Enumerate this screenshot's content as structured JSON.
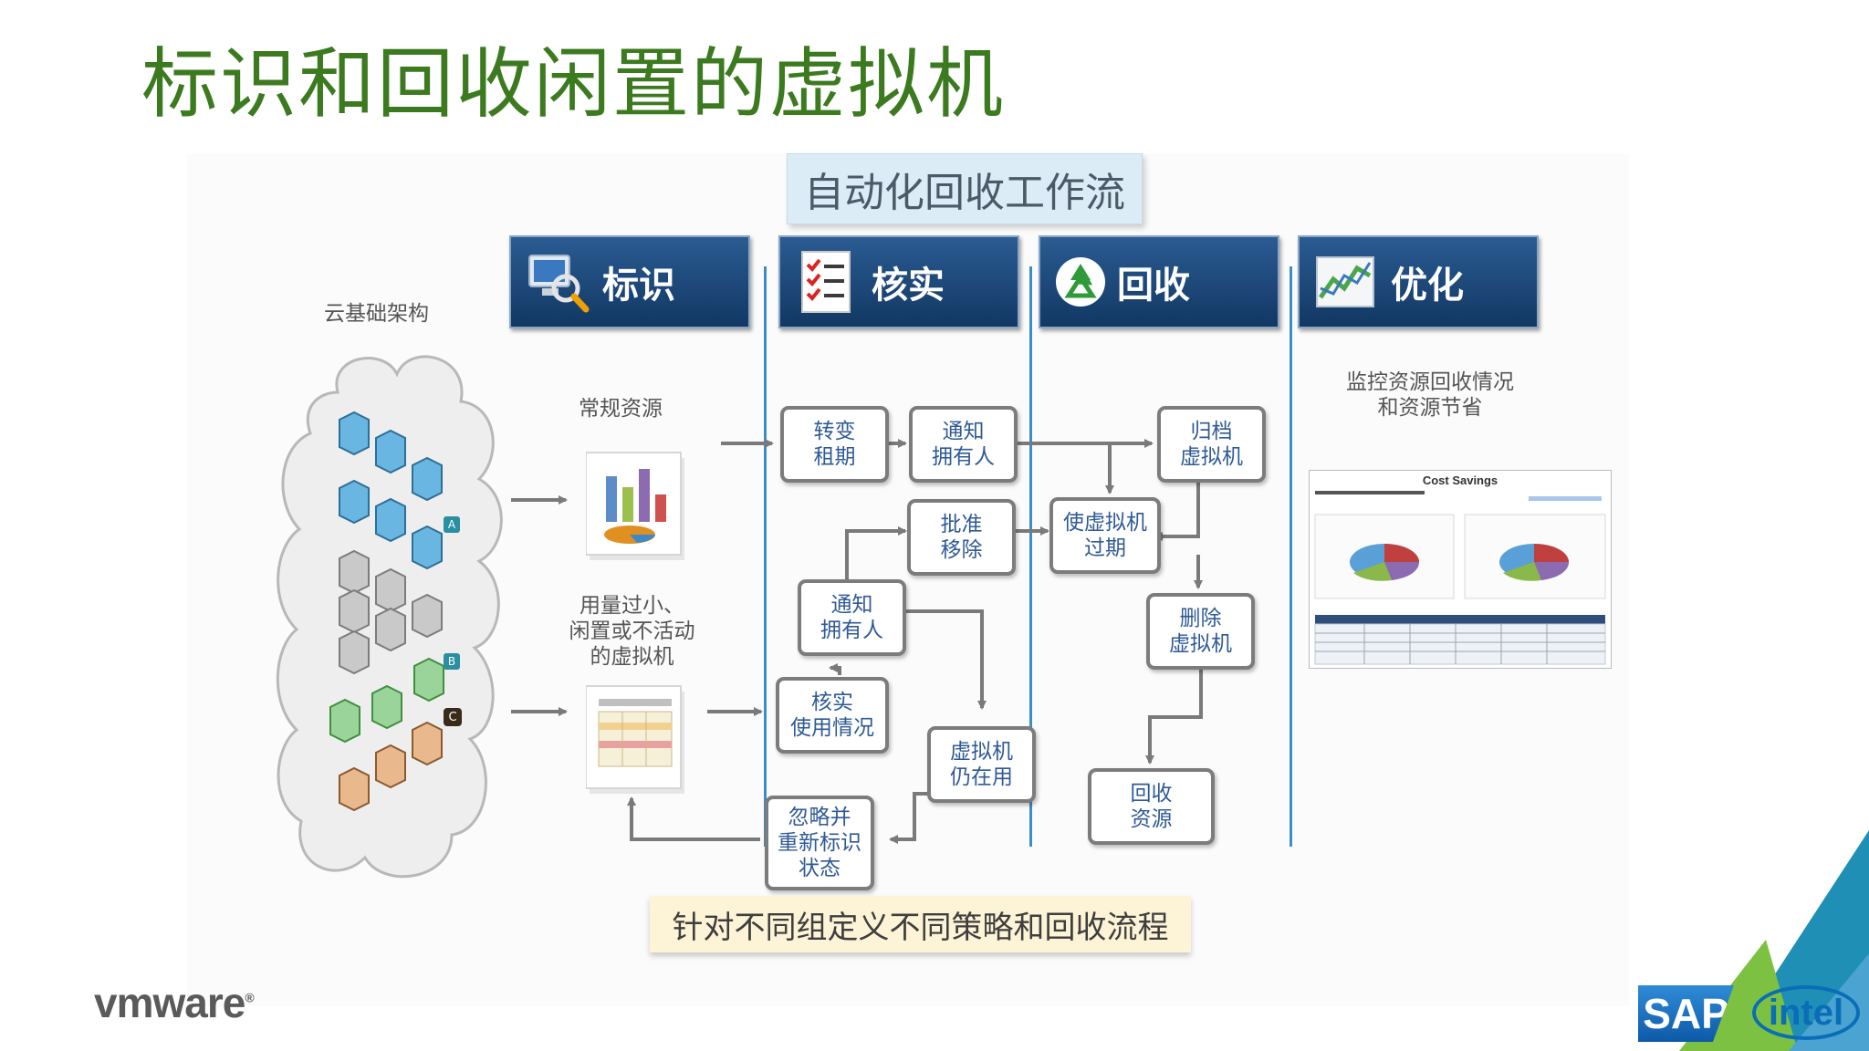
{
  "slide": {
    "title": "标识和回收闲置的虚拟机",
    "workflow_title": "自动化回收工作流",
    "strategy_banner": "针对不同组定义不同策略和回收流程"
  },
  "stages": [
    {
      "label": "标识",
      "icon": "computer-magnifier-icon"
    },
    {
      "label": "核实",
      "icon": "checklist-icon"
    },
    {
      "label": "回收",
      "icon": "recycle-icon"
    },
    {
      "label": "优化",
      "icon": "chart-trend-icon"
    }
  ],
  "left": {
    "cloud_label": "云基础架构",
    "normal_resources": "常规资源",
    "idle_vms_line1": "用量过小、",
    "idle_vms_line2": "闲置或不活动",
    "idle_vms_line3": "的虚拟机",
    "markers": [
      "A",
      "B",
      "C"
    ]
  },
  "flow": {
    "change_lease": [
      "转变",
      "租期"
    ],
    "notify_owner_1": [
      "通知",
      "拥有人"
    ],
    "approve_remove": [
      "批准",
      "移除"
    ],
    "notify_owner_2": [
      "通知",
      "拥有人"
    ],
    "verify_usage": [
      "核实",
      "使用情况"
    ],
    "vm_still_used": [
      "虚拟机",
      "仍在用"
    ],
    "ignore_reflag": [
      "忽略并",
      "重新标识",
      "状态"
    ],
    "expire_vm": [
      "使虚拟机",
      "过期"
    ],
    "archive_vm": [
      "归档",
      "虚拟机"
    ],
    "delete_vm": [
      "删除",
      "虚拟机"
    ],
    "reclaim_resources": [
      "回收",
      "资源"
    ]
  },
  "optimize": {
    "monitor_line1": "监控资源回收情况",
    "monitor_line2": "和资源节省",
    "report_title": "Cost Savings"
  },
  "logos": {
    "vmware": "vmware",
    "sap": "SAP",
    "intel": "intel"
  },
  "colors": {
    "title_green": "#3c7a1f",
    "stage_blue": "#1b4775",
    "separator_blue": "#3e8ec6",
    "box_text_blue": "#2f5a96",
    "banner_yellow": "#fdf3d6",
    "accent_green": "#7cc142",
    "accent_teal": "#1f8fb5"
  }
}
